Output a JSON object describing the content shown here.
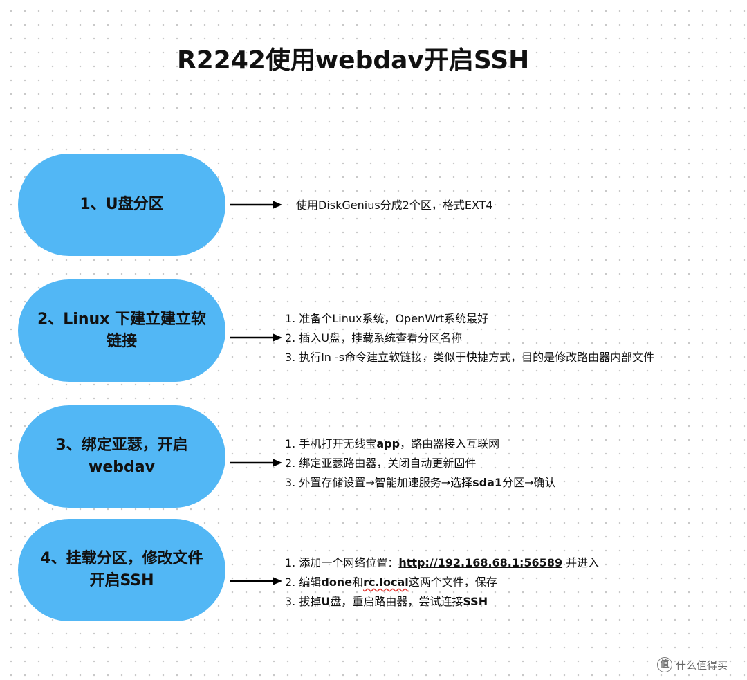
{
  "title": "R2242使用webdav开启SSH",
  "steps": [
    {
      "label": "1、U盘分区",
      "lines": [
        "使用DiskGenius分成2个区，格式EXT4"
      ]
    },
    {
      "label": "2、Linux 下建立建立软链接",
      "lines": [
        "1. 准备个Linux系统，OpenWrt系统最好",
        "2. 插入U盘，挂载系统查看分区名称",
        "3. 执行ln -s命令建立软链接，类似于快捷方式，目的是修改路由器内部文件"
      ]
    },
    {
      "label": "3、绑定亚瑟，开启webdav",
      "lines": [
        {
          "before": "1. 手机打开无线宝",
          "bold": "app",
          "after": "，路由器接入互联网"
        },
        "2. 绑定亚瑟路由器，关闭自动更新固件",
        {
          "before": "3. 外置存储设置→智能加速服务→选择",
          "bold": "sda1",
          "after": "分区→确认"
        }
      ]
    },
    {
      "label": "4、挂载分区，修改文件开启SSH",
      "lines": [
        {
          "before": "1. 添加一个网络位置：",
          "link": "http://192.168.68.1:56589",
          "after": " 并进入"
        },
        {
          "before": "2. 编辑",
          "bold1": "done",
          "mid": "和",
          "bold2": "rc.local",
          "after": "这两个文件，保存"
        },
        {
          "before": "3. 拔掉",
          "bold1": "U",
          "mid": "盘，重启路由器，尝试连接",
          "bold2": "SSH"
        }
      ]
    }
  ],
  "watermark": "什么值得买",
  "watermark_glyph": "值",
  "colors": {
    "node_fill": "#52b7f5",
    "arrow": "#000000"
  }
}
